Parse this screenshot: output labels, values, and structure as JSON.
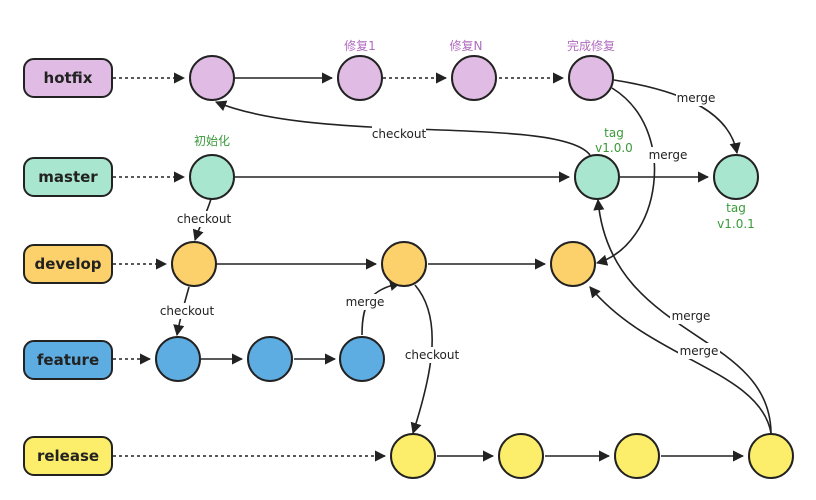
{
  "branches": [
    {
      "id": "hotfix",
      "label": "hotfix",
      "fill": "#e0bbe4"
    },
    {
      "id": "master",
      "label": "master",
      "fill": "#a8e6cf"
    },
    {
      "id": "develop",
      "label": "develop",
      "fill": "#fcd06a"
    },
    {
      "id": "feature",
      "label": "feature",
      "fill": "#5dade2"
    },
    {
      "id": "release",
      "label": "release",
      "fill": "#fcee6a"
    }
  ],
  "commit_labels": {
    "hotfix_fix1": "修复1",
    "hotfix_fixN": "修复N",
    "hotfix_done": "完成修复",
    "master_init": "初始化",
    "master_tag100_line1": "tag",
    "master_tag100_line2": "v1.0.0",
    "master_tag101_line1": "tag",
    "master_tag101_line2": "v1.0.1"
  },
  "edge_labels": {
    "checkout_hotfix": "checkout",
    "checkout_develop": "checkout",
    "checkout_feature": "checkout",
    "checkout_release": "checkout",
    "merge_hotfix_master": "merge",
    "merge_hotfix_develop": "merge",
    "merge_feature_develop": "merge",
    "merge_release_master": "merge",
    "merge_release_develop": "merge"
  },
  "colors": {
    "hotfix_label": "#b06cc0",
    "master_label": "#3a9a3a",
    "stroke": "#222222"
  }
}
